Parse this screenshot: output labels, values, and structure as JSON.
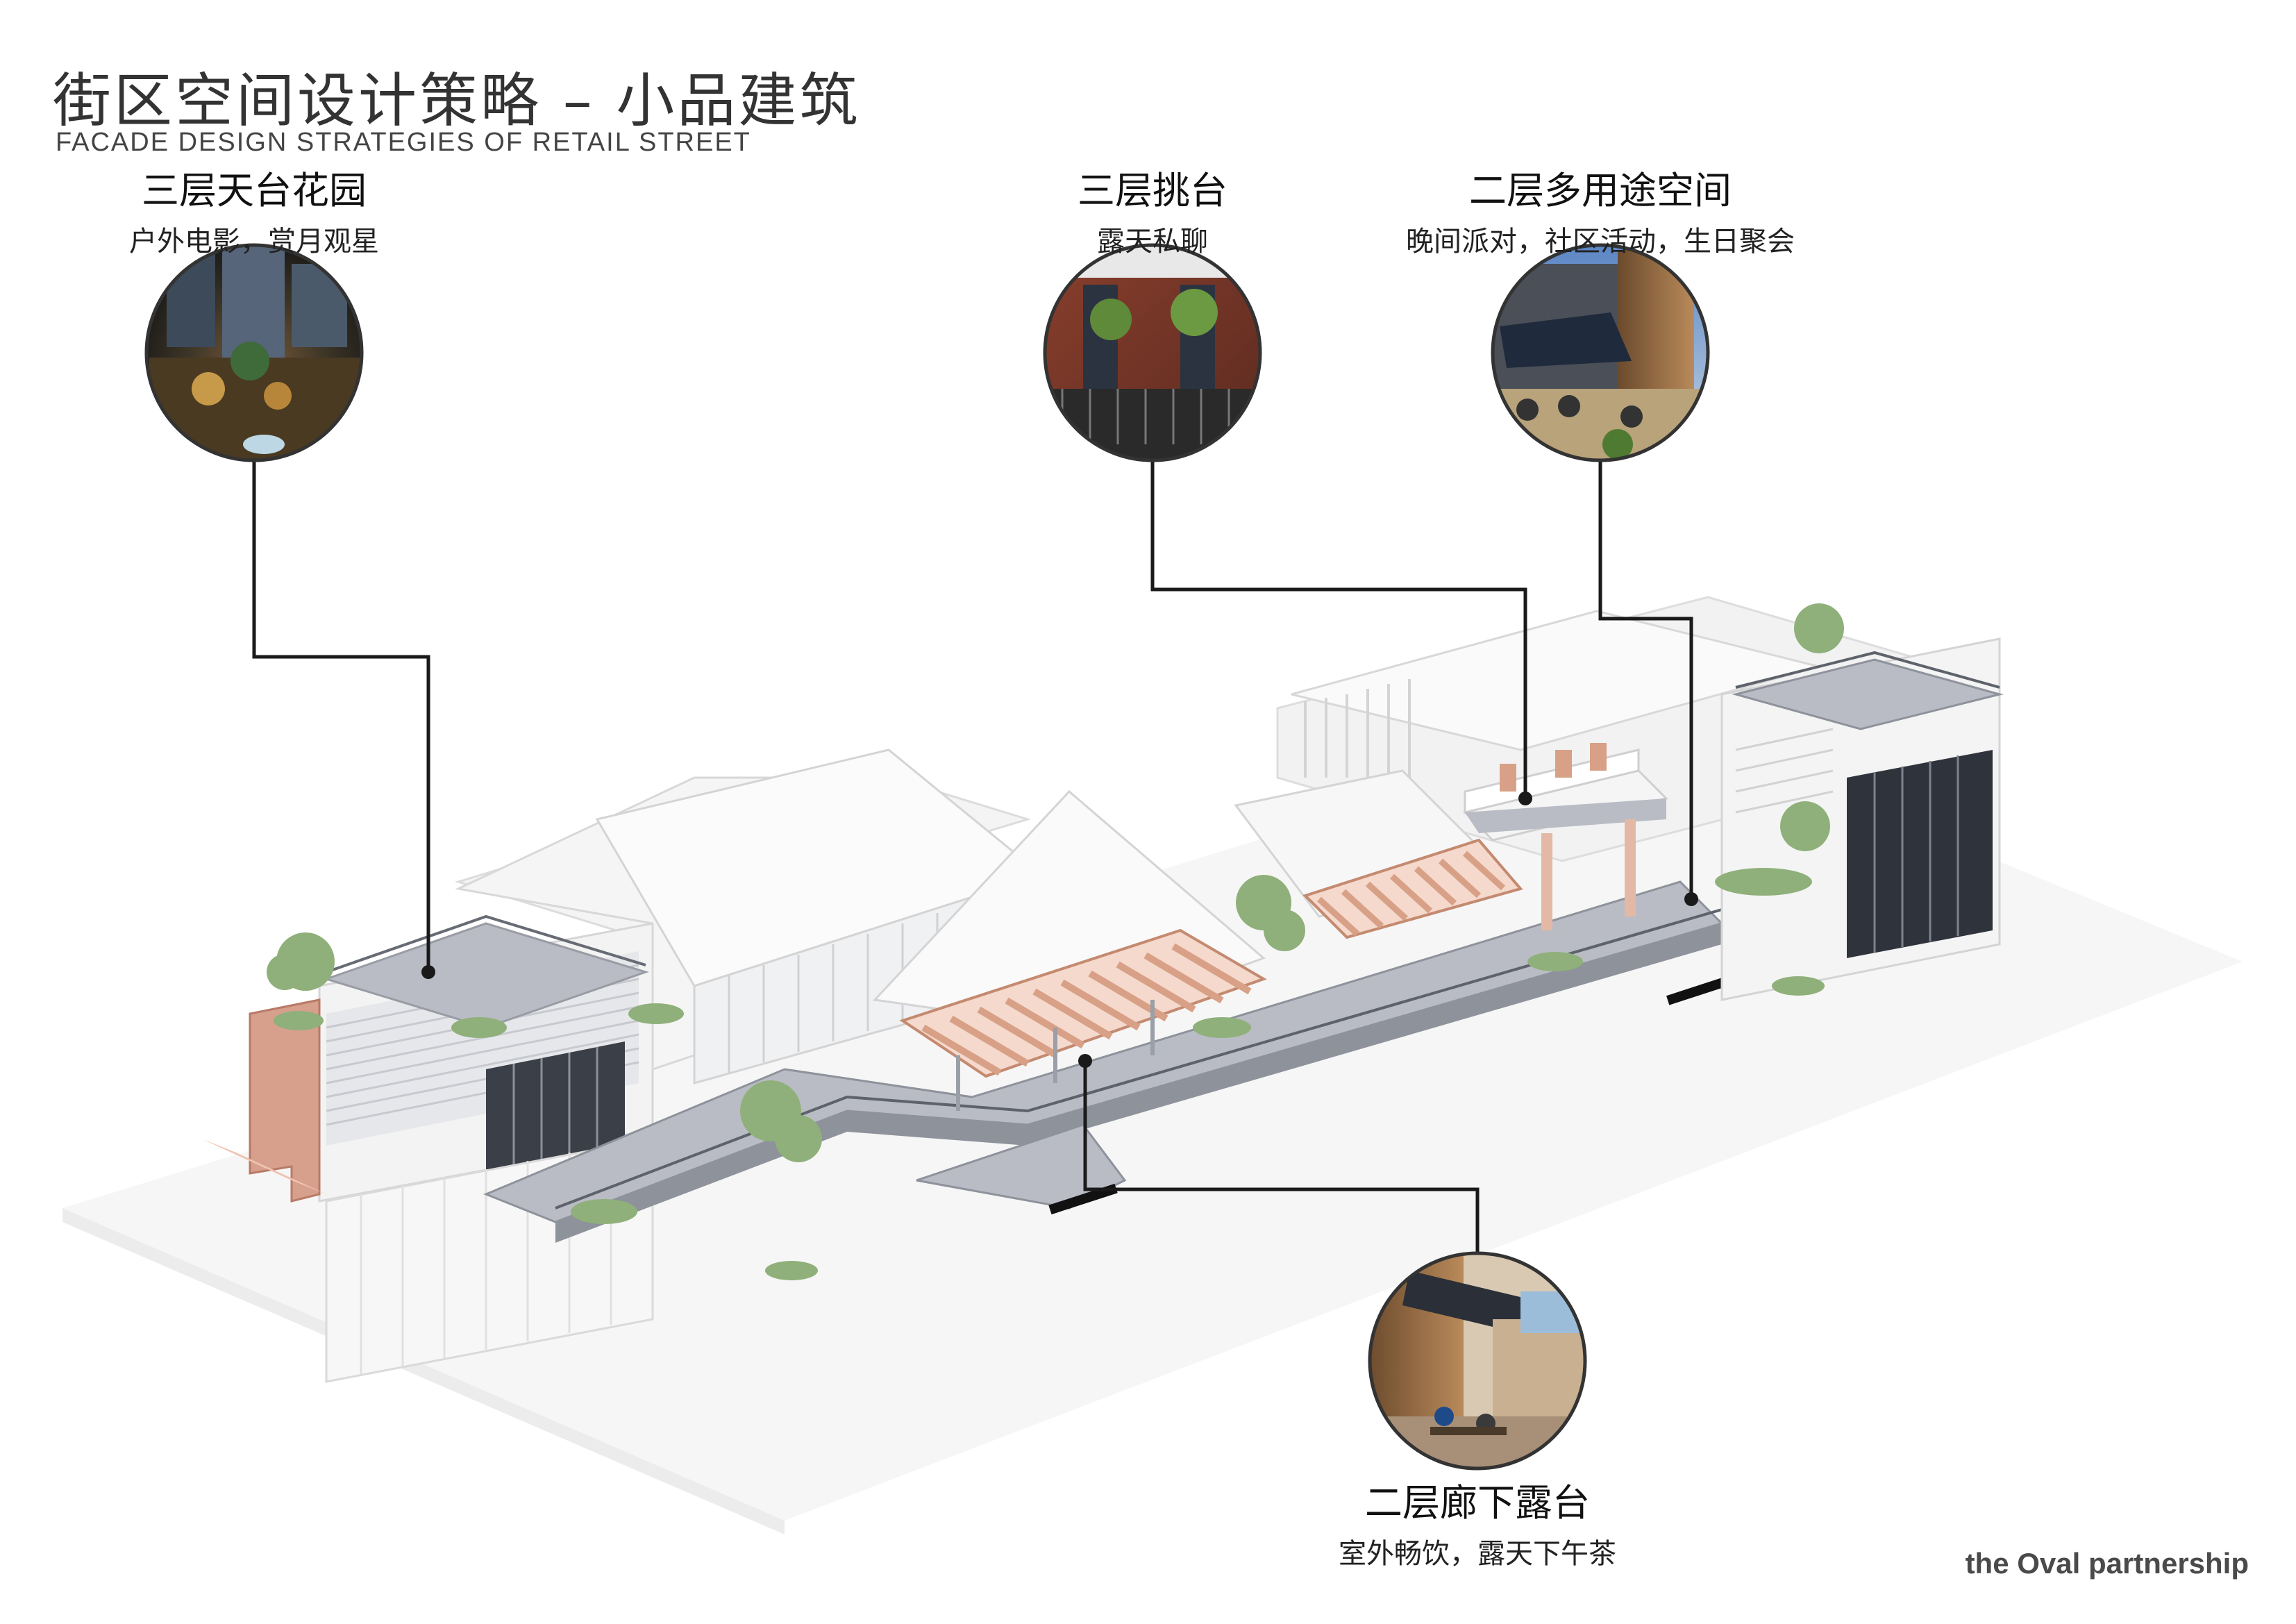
{
  "header": {
    "title_cn": "街区空间设计策略 – 小品建筑",
    "title_en": "FACADE DESIGN STRATEGIES OF RETAIL STREET"
  },
  "callouts": [
    {
      "title": "三层天台花园",
      "desc": "户外电影，赏月观星"
    },
    {
      "title": "三层挑台",
      "desc": "露天私聊"
    },
    {
      "title": "二层多用途空间",
      "desc": "晚间派对，社区活动，生日聚会"
    },
    {
      "title": "二层廊下露台",
      "desc": "室外畅饮，露天下午茶"
    }
  ],
  "brand": "the Oval partnership",
  "colors": {
    "leader_line": "#1a1a1a",
    "roof": "#f7f7f7",
    "deck": "#b9bcc4",
    "glass": "#3a3f48",
    "pergola": "#d8a187",
    "greenery": "#8fb07a"
  }
}
